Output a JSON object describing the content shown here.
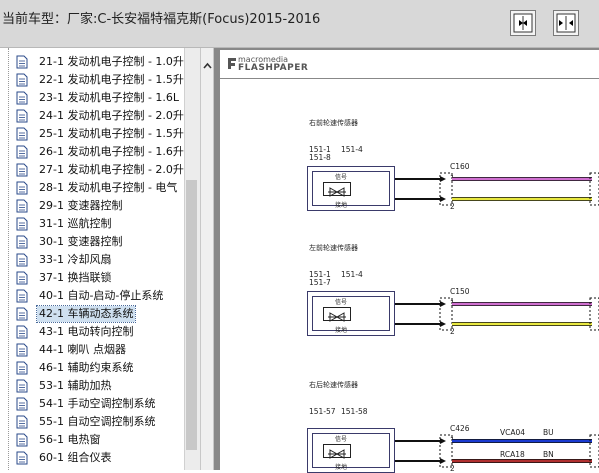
{
  "window": {
    "title": "当前车型：厂家:C-长安福特福克斯(Focus)2015-2016"
  },
  "toolbar": {
    "buttons": [
      "expand-icon",
      "collapse-icon"
    ]
  },
  "tree": {
    "items": [
      {
        "label": "21-1 发动机电子控制 - 1.0升",
        "selected": false
      },
      {
        "label": "22-1 发动机电子控制 - 1.5升",
        "selected": false
      },
      {
        "label": "23-1 发动机电子控制 - 1.6L",
        "selected": false
      },
      {
        "label": "24-1 发动机电子控制 - 2.0升",
        "selected": false
      },
      {
        "label": "25-1 发动机电子控制 - 1.5升",
        "selected": false
      },
      {
        "label": "26-1 发动机电子控制 - 1.6升",
        "selected": false
      },
      {
        "label": "27-1 发动机电子控制 - 2.0升",
        "selected": false
      },
      {
        "label": "28-1 发动机电子控制 - 电气",
        "selected": false
      },
      {
        "label": "29-1 变速器控制",
        "selected": false
      },
      {
        "label": "31-1 巡航控制",
        "selected": false
      },
      {
        "label": "30-1 变速器控制",
        "selected": false
      },
      {
        "label": "33-1 冷却风扇",
        "selected": false
      },
      {
        "label": "37-1 换挡联锁",
        "selected": false
      },
      {
        "label": "40-1 自动-启动-停止系统",
        "selected": false
      },
      {
        "label": "42-1 车辆动态系统",
        "selected": true
      },
      {
        "label": "43-1 电动转向控制",
        "selected": false
      },
      {
        "label": "44-1 喇叭 点烟器",
        "selected": false
      },
      {
        "label": "46-1 辅助约束系统",
        "selected": false
      },
      {
        "label": "53-1 辅助加热",
        "selected": false
      },
      {
        "label": "54-1 手动空调控制系统",
        "selected": false
      },
      {
        "label": "55-1 自动空调控制系统",
        "selected": false
      },
      {
        "label": "56-1 电热窗",
        "selected": false
      },
      {
        "label": "60-1 组合仪表",
        "selected": false
      }
    ]
  },
  "document": {
    "logo_top": "macromedia",
    "logo_main": "FLASHPAPER",
    "sections": [
      {
        "title": "右前轮速传感器",
        "refs_line1": [
          "151-1",
          "151-4"
        ],
        "refs_line2": [
          "151-8"
        ],
        "sensor_signal": "信号",
        "sensor_ground": "接地",
        "connector": "C160",
        "pins": [
          "1",
          "2"
        ],
        "wire_colors": [
          "#d070d0",
          "#e8e840"
        ]
      },
      {
        "title": "左前轮速传感器",
        "refs_line1": [
          "151-1",
          "151-4"
        ],
        "refs_line2": [
          "151-7"
        ],
        "sensor_signal": "信号",
        "sensor_ground": "接地",
        "connector": "C150",
        "pins": [
          "1",
          "2"
        ],
        "wire_colors": [
          "#d070d0",
          "#e8e840"
        ]
      },
      {
        "title": "右后轮速传感器",
        "refs_line1": [
          "151-57",
          "151-58"
        ],
        "refs_line2": [],
        "sensor_signal": "信号",
        "sensor_ground": "接地",
        "connector": "C426",
        "pins": [
          "1",
          "2"
        ],
        "wire_labels": [
          [
            "VCA04",
            "BU"
          ],
          [
            "RCA18",
            "BN"
          ]
        ],
        "wire_colors": [
          "#1a3ad0",
          "#b03030"
        ]
      }
    ]
  }
}
